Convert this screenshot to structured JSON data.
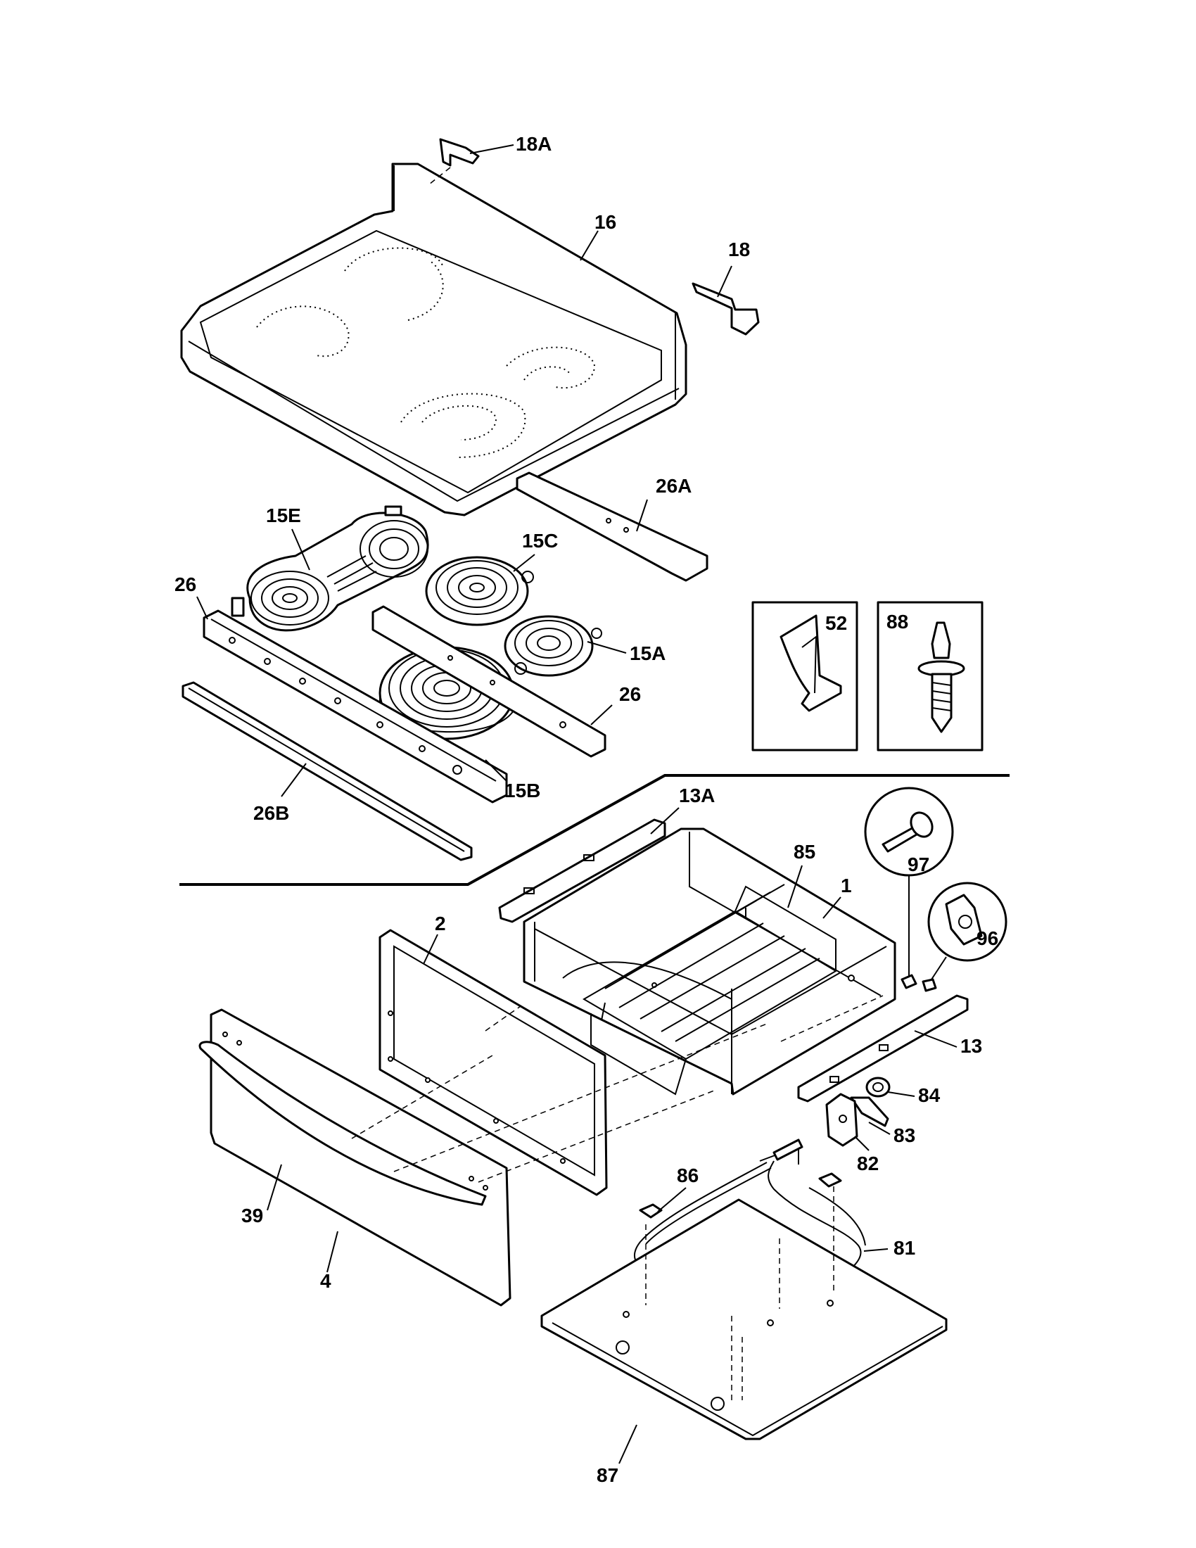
{
  "diagram": {
    "callouts": {
      "c18A": "18A",
      "c16": "16",
      "c18": "18",
      "c26A": "26A",
      "c15E": "15E",
      "c15C": "15C",
      "c26_left": "26",
      "c15A": "15A",
      "c26_right": "26",
      "c15B": "15B",
      "c26B": "26B",
      "c52": "52",
      "c88": "88",
      "c13A": "13A",
      "c85": "85",
      "c97": "97",
      "c1": "1",
      "c2": "2",
      "c96": "96",
      "c13": "13",
      "c84": "84",
      "c83": "83",
      "c82": "82",
      "c86": "86",
      "c39": "39",
      "c81": "81",
      "c4": "4",
      "c87": "87"
    }
  }
}
